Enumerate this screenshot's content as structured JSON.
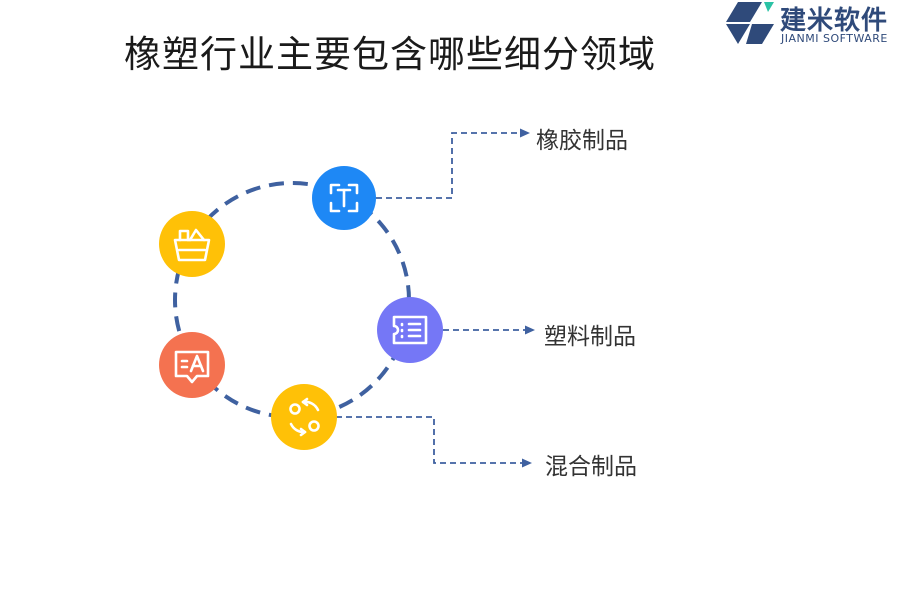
{
  "title": "橡塑行业主要包含哪些细分领域",
  "logo": {
    "name": "建米软件",
    "subtitle": "JIANMI SOFTWARE",
    "icon": "jianmi-logo-mark"
  },
  "categories": [
    {
      "label": "橡胶制品",
      "icon": "text-frame-icon"
    },
    {
      "label": "塑料制品",
      "icon": "ticket-list-icon"
    },
    {
      "label": "混合制品",
      "icon": "exchange-icon"
    }
  ],
  "ring_icons": [
    {
      "icon": "text-frame-icon",
      "color": "#1e88f5"
    },
    {
      "icon": "ticket-list-icon",
      "color": "#7577f6"
    },
    {
      "icon": "exchange-icon",
      "color": "#ffc107"
    },
    {
      "icon": "translate-a-icon",
      "color": "#f47250"
    },
    {
      "icon": "basket-icon",
      "color": "#ffc107"
    }
  ],
  "colors": {
    "ring_dash": "#3f61a0",
    "connector": "#3f61a0",
    "logo": "#2f4a7a",
    "logo_accent": "#2bc2a5"
  }
}
